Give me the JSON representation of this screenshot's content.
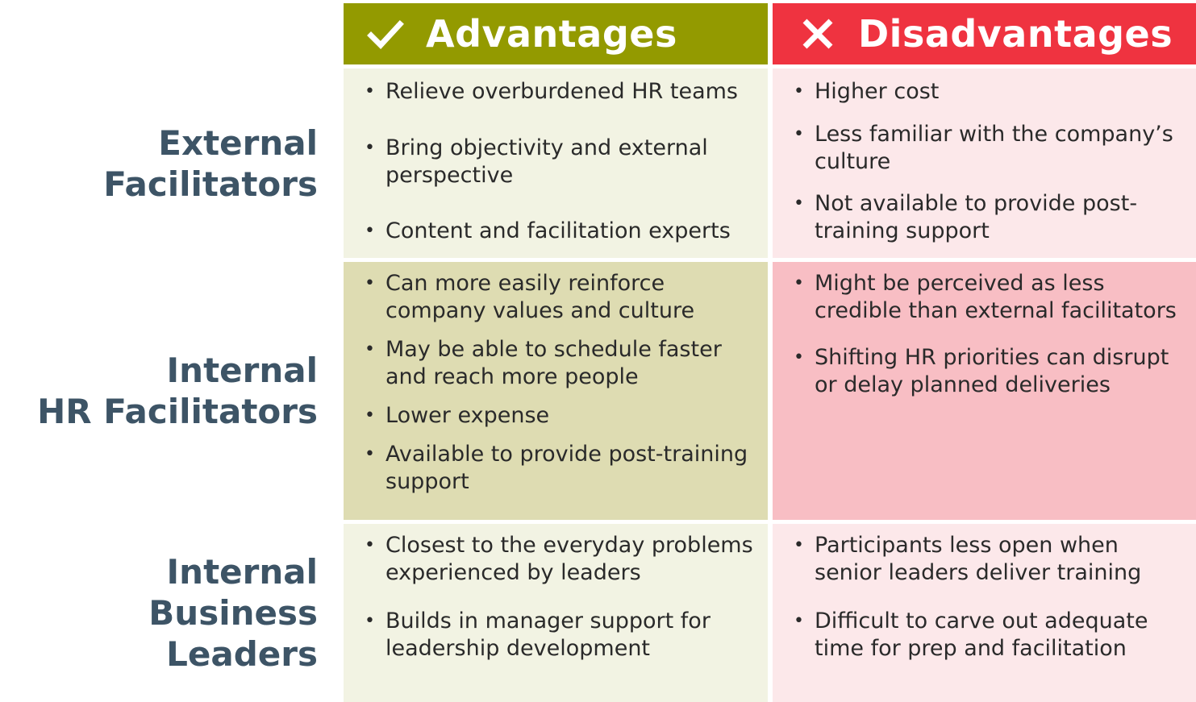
{
  "headers": {
    "advantages": "Advantages",
    "disadvantages": "Disadvantages",
    "advantages_icon": "check-icon",
    "disadvantages_icon": "x-icon"
  },
  "colors": {
    "advantages_header": "#939a00",
    "disadvantages_header": "#ef3340",
    "row_label": "#3d5466"
  },
  "rows": [
    {
      "label_line1": "External",
      "label_line2": "Facilitators",
      "advantages": [
        "Relieve overburdened HR teams",
        "Bring objectivity and external perspective",
        "Content and facilitation experts"
      ],
      "disadvantages": [
        "Higher cost",
        "Less familiar with the company’s culture",
        "Not available to provide post-training support"
      ]
    },
    {
      "label_line1": "Internal",
      "label_line2": "HR Facilitators",
      "advantages": [
        "Can more easily reinforce company values and culture",
        "May be able to schedule faster and reach more people",
        "Lower expense",
        "Available to provide post-training support"
      ],
      "disadvantages": [
        "Might be perceived as less credible than external facilitators",
        "Shifting HR priorities can disrupt or delay planned deliveries"
      ]
    },
    {
      "label_line1": "Internal",
      "label_line2": "Business Leaders",
      "advantages": [
        "Closest to the everyday problems experienced by leaders",
        "Builds in manager support for leadership development"
      ],
      "disadvantages": [
        "Participants less open when senior leaders deliver training",
        "Difficult to carve out adequate time for prep and facilitation"
      ]
    }
  ]
}
